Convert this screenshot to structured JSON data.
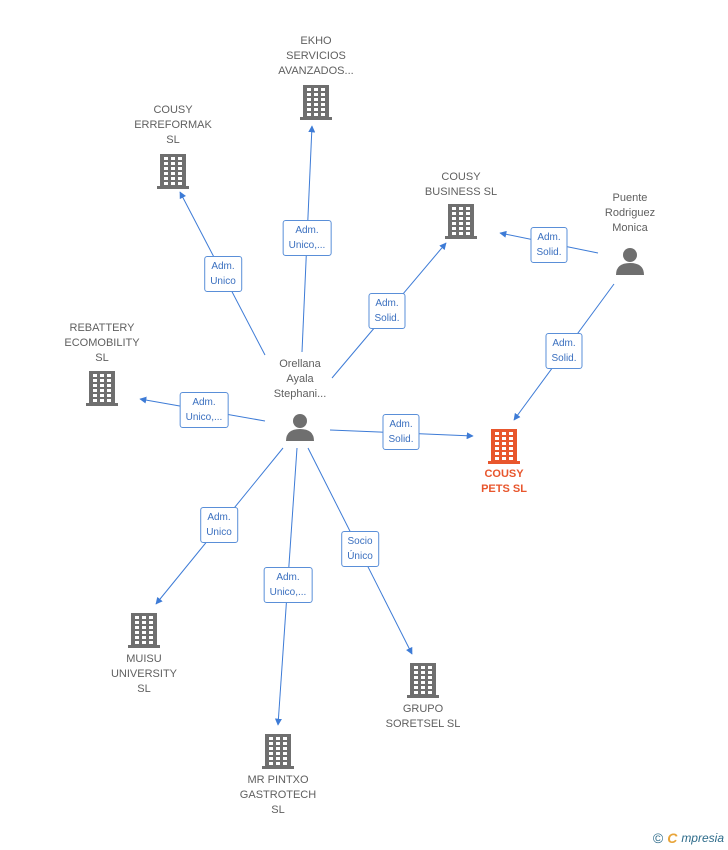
{
  "colors": {
    "edge": "#3d7bd6",
    "person": "#6f6f6f",
    "company": "#6f6f6f",
    "highlight": "#e8562d"
  },
  "nodes": [
    {
      "id": "orellana",
      "type": "person",
      "label": "Orellana\nAyala\nStephani..."
    },
    {
      "id": "puente",
      "type": "person",
      "label": "Puente\nRodriguez\nMonica"
    },
    {
      "id": "ekho",
      "type": "company",
      "label": "EKHO\nSERVICIOS\nAVANZADOS..."
    },
    {
      "id": "erreformak",
      "type": "company",
      "label": "COUSY\nERREFORMAK\nSL"
    },
    {
      "id": "business",
      "type": "company",
      "label": "COUSY\nBUSINESS  SL"
    },
    {
      "id": "rebattery",
      "type": "company",
      "label": "REBATTERY\nECOMOBILITY\nSL"
    },
    {
      "id": "pets",
      "type": "company",
      "label": "COUSY\nPETS  SL",
      "highlight": true
    },
    {
      "id": "muisu",
      "type": "company",
      "label": "MUISU\nUNIVERSITY\nSL"
    },
    {
      "id": "pintxo",
      "type": "company",
      "label": "MR PINTXO\nGASTROTECH\nSL"
    },
    {
      "id": "soretsel",
      "type": "company",
      "label": "GRUPO\nSORETSEL  SL"
    }
  ],
  "edges": [
    {
      "from": "orellana",
      "to": "ekho",
      "label": "Adm.\nUnico,..."
    },
    {
      "from": "orellana",
      "to": "erreformak",
      "label": "Adm.\nUnico"
    },
    {
      "from": "orellana",
      "to": "business",
      "label": "Adm.\nSolid."
    },
    {
      "from": "orellana",
      "to": "rebattery",
      "label": "Adm.\nUnico,..."
    },
    {
      "from": "orellana",
      "to": "pets",
      "label": "Adm.\nSolid."
    },
    {
      "from": "orellana",
      "to": "muisu",
      "label": "Adm.\nUnico"
    },
    {
      "from": "orellana",
      "to": "pintxo",
      "label": "Adm.\nUnico,..."
    },
    {
      "from": "orellana",
      "to": "soretsel",
      "label": "Socio\nÚnico"
    },
    {
      "from": "puente",
      "to": "business",
      "label": "Adm.\nSolid."
    },
    {
      "from": "puente",
      "to": "pets",
      "label": "Adm.\nSolid."
    }
  ],
  "footer": {
    "copyright": "©",
    "brand_initial": "C",
    "brand_rest": "mpresia"
  }
}
